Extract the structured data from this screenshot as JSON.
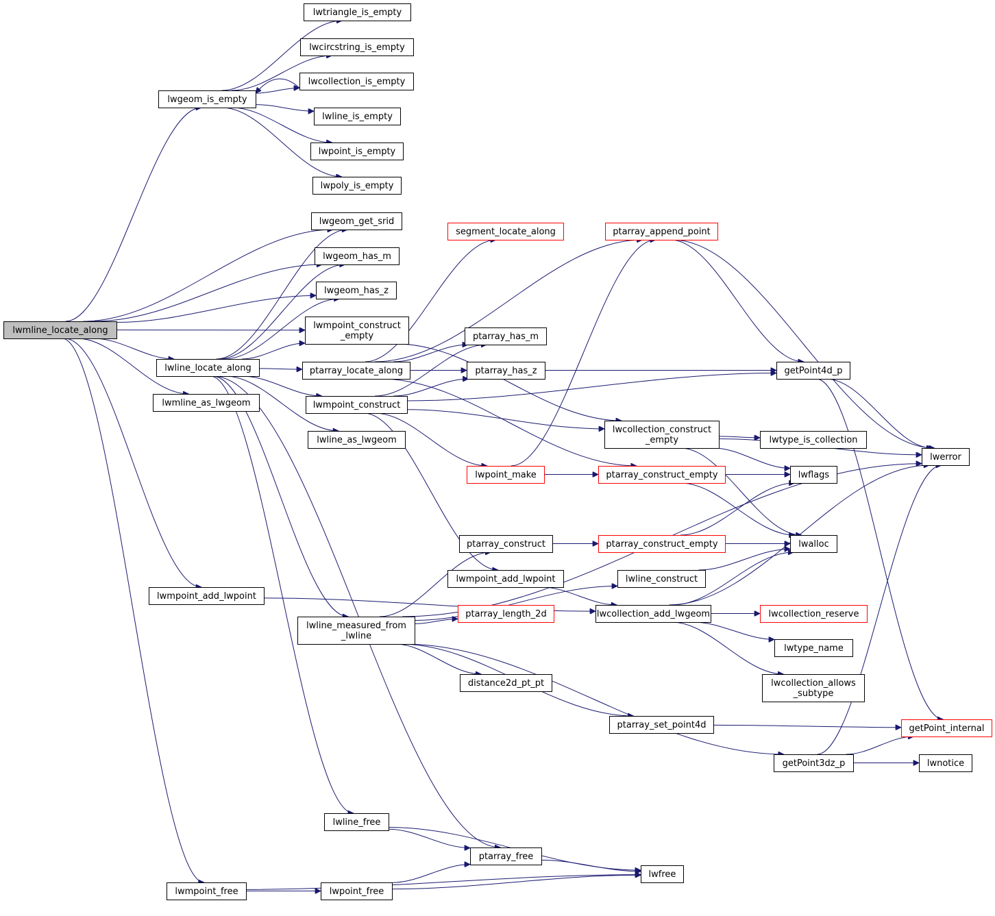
{
  "diagram": {
    "title": "Call graph for lwmline_locate_along",
    "colors": {
      "edge": "#191970",
      "node_border": "#000000",
      "node_border_truncated": "#ff0000",
      "root_fill": "#bfbfbf",
      "node_fill": "#ffffff"
    },
    "nodes": [
      {
        "id": "lwmline_locate_along",
        "lines": [
          "lwmline_locate_along"
        ],
        "root": true
      },
      {
        "id": "lwgeom_is_empty",
        "lines": [
          "lwgeom_is_empty"
        ]
      },
      {
        "id": "lwtriangle_is_empty",
        "lines": [
          "lwtriangle_is_empty"
        ]
      },
      {
        "id": "lwcircstring_is_empty",
        "lines": [
          "lwcircstring_is_empty"
        ]
      },
      {
        "id": "lwcollection_is_empty",
        "lines": [
          "lwcollection_is_empty"
        ]
      },
      {
        "id": "lwline_is_empty",
        "lines": [
          "lwline_is_empty"
        ]
      },
      {
        "id": "lwpoint_is_empty",
        "lines": [
          "lwpoint_is_empty"
        ]
      },
      {
        "id": "lwpoly_is_empty",
        "lines": [
          "lwpoly_is_empty"
        ]
      },
      {
        "id": "lwgeom_get_srid",
        "lines": [
          "lwgeom_get_srid"
        ]
      },
      {
        "id": "lwgeom_has_m",
        "lines": [
          "lwgeom_has_m"
        ]
      },
      {
        "id": "lwgeom_has_z",
        "lines": [
          "lwgeom_has_z"
        ]
      },
      {
        "id": "lwmpoint_construct_empty",
        "lines": [
          "lwmpoint_construct",
          "_empty"
        ]
      },
      {
        "id": "lwline_locate_along",
        "lines": [
          "lwline_locate_along"
        ]
      },
      {
        "id": "ptarray_locate_along",
        "lines": [
          "ptarray_locate_along"
        ]
      },
      {
        "id": "lwmpoint_construct",
        "lines": [
          "lwmpoint_construct"
        ]
      },
      {
        "id": "lwmline_as_lwgeom",
        "lines": [
          "lwmline_as_lwgeom"
        ]
      },
      {
        "id": "lwline_as_lwgeom",
        "lines": [
          "lwline_as_lwgeom"
        ]
      },
      {
        "id": "segment_locate_along",
        "lines": [
          "segment_locate_along"
        ],
        "truncated": true
      },
      {
        "id": "ptarray_append_point",
        "lines": [
          "ptarray_append_point"
        ],
        "truncated": true
      },
      {
        "id": "ptarray_has_m",
        "lines": [
          "ptarray_has_m"
        ]
      },
      {
        "id": "ptarray_has_z",
        "lines": [
          "ptarray_has_z"
        ]
      },
      {
        "id": "getPoint4d_p",
        "lines": [
          "getPoint4d_p"
        ]
      },
      {
        "id": "lwcollection_construct_empty",
        "lines": [
          "lwcollection_construct",
          "_empty"
        ]
      },
      {
        "id": "lwtype_is_collection",
        "lines": [
          "lwtype_is_collection"
        ]
      },
      {
        "id": "lwerror",
        "lines": [
          "lwerror"
        ]
      },
      {
        "id": "lwpoint_make",
        "lines": [
          "lwpoint_make"
        ],
        "truncated": true
      },
      {
        "id": "ptarray_construct_empty_1",
        "lines": [
          "ptarray_construct_empty"
        ],
        "truncated": true
      },
      {
        "id": "lwflags",
        "lines": [
          "lwflags"
        ]
      },
      {
        "id": "ptarray_construct",
        "lines": [
          "ptarray_construct"
        ]
      },
      {
        "id": "ptarray_construct_empty_2",
        "lines": [
          "ptarray_construct_empty"
        ],
        "truncated": true
      },
      {
        "id": "lwalloc",
        "lines": [
          "lwalloc"
        ]
      },
      {
        "id": "lwmpoint_add_lwpoint_r",
        "lines": [
          "lwmpoint_add_lwpoint"
        ]
      },
      {
        "id": "lwline_construct",
        "lines": [
          "lwline_construct"
        ]
      },
      {
        "id": "lwmpoint_add_lwpoint_l",
        "lines": [
          "lwmpoint_add_lwpoint"
        ]
      },
      {
        "id": "lwline_measured_from_lwline",
        "lines": [
          "lwline_measured_from",
          "_lwline"
        ]
      },
      {
        "id": "ptarray_length_2d",
        "lines": [
          "ptarray_length_2d"
        ],
        "truncated": true
      },
      {
        "id": "lwcollection_add_lwgeom",
        "lines": [
          "lwcollection_add_lwgeom"
        ]
      },
      {
        "id": "lwcollection_reserve",
        "lines": [
          "lwcollection_reserve"
        ],
        "truncated": true
      },
      {
        "id": "lwtype_name",
        "lines": [
          "lwtype_name"
        ]
      },
      {
        "id": "distance2d_pt_pt",
        "lines": [
          "distance2d_pt_pt"
        ]
      },
      {
        "id": "lwcollection_allows_subtype",
        "lines": [
          "lwcollection_allows",
          "_subtype"
        ]
      },
      {
        "id": "ptarray_set_point4d",
        "lines": [
          "ptarray_set_point4d"
        ]
      },
      {
        "id": "getPoint_internal",
        "lines": [
          "getPoint_internal"
        ],
        "truncated": true
      },
      {
        "id": "getPoint3dz_p",
        "lines": [
          "getPoint3dz_p"
        ]
      },
      {
        "id": "lwnotice",
        "lines": [
          "lwnotice"
        ]
      },
      {
        "id": "lwline_free",
        "lines": [
          "lwline_free"
        ]
      },
      {
        "id": "ptarray_free",
        "lines": [
          "ptarray_free"
        ]
      },
      {
        "id": "lwfree",
        "lines": [
          "lwfree"
        ]
      },
      {
        "id": "lwmpoint_free",
        "lines": [
          "lwmpoint_free"
        ]
      },
      {
        "id": "lwpoint_free",
        "lines": [
          "lwpoint_free"
        ]
      }
    ],
    "edges": [
      [
        "lwmline_locate_along",
        "lwgeom_is_empty"
      ],
      [
        "lwmline_locate_along",
        "lwgeom_get_srid"
      ],
      [
        "lwmline_locate_along",
        "lwgeom_has_m"
      ],
      [
        "lwmline_locate_along",
        "lwgeom_has_z"
      ],
      [
        "lwmline_locate_along",
        "lwmpoint_construct_empty"
      ],
      [
        "lwmline_locate_along",
        "lwline_locate_along"
      ],
      [
        "lwmline_locate_along",
        "lwmline_as_lwgeom"
      ],
      [
        "lwmline_locate_along",
        "lwmpoint_add_lwpoint_l"
      ],
      [
        "lwmline_locate_along",
        "lwmpoint_free"
      ],
      [
        "lwgeom_is_empty",
        "lwtriangle_is_empty"
      ],
      [
        "lwgeom_is_empty",
        "lwcircstring_is_empty"
      ],
      [
        "lwgeom_is_empty",
        "lwcollection_is_empty"
      ],
      [
        "lwcollection_is_empty",
        "lwgeom_is_empty"
      ],
      [
        "lwgeom_is_empty",
        "lwline_is_empty"
      ],
      [
        "lwgeom_is_empty",
        "lwpoint_is_empty"
      ],
      [
        "lwgeom_is_empty",
        "lwpoly_is_empty"
      ],
      [
        "lwline_locate_along",
        "lwgeom_get_srid"
      ],
      [
        "lwline_locate_along",
        "lwgeom_has_m"
      ],
      [
        "lwline_locate_along",
        "lwgeom_has_z"
      ],
      [
        "lwline_locate_along",
        "lwmpoint_construct_empty"
      ],
      [
        "lwline_locate_along",
        "ptarray_locate_along"
      ],
      [
        "lwline_locate_along",
        "lwmpoint_construct"
      ],
      [
        "lwline_locate_along",
        "lwline_as_lwgeom"
      ],
      [
        "lwline_locate_along",
        "lwline_measured_from_lwline"
      ],
      [
        "lwline_locate_along",
        "lwline_free"
      ],
      [
        "lwline_locate_along",
        "ptarray_free"
      ],
      [
        "lwmpoint_construct_empty",
        "lwcollection_construct_empty"
      ],
      [
        "ptarray_locate_along",
        "segment_locate_along"
      ],
      [
        "ptarray_locate_along",
        "ptarray_append_point"
      ],
      [
        "ptarray_locate_along",
        "ptarray_has_m"
      ],
      [
        "ptarray_locate_along",
        "ptarray_has_z"
      ],
      [
        "ptarray_locate_along",
        "getPoint4d_p"
      ],
      [
        "ptarray_locate_along",
        "ptarray_construct_empty_1"
      ],
      [
        "lwmpoint_construct",
        "ptarray_has_m"
      ],
      [
        "lwmpoint_construct",
        "ptarray_has_z"
      ],
      [
        "lwmpoint_construct",
        "getPoint4d_p"
      ],
      [
        "lwmpoint_construct",
        "lwcollection_construct_empty"
      ],
      [
        "lwmpoint_construct",
        "lwpoint_make"
      ],
      [
        "lwmpoint_construct",
        "lwmpoint_add_lwpoint_r"
      ],
      [
        "ptarray_append_point",
        "getPoint4d_p"
      ],
      [
        "ptarray_append_point",
        "lwerror"
      ],
      [
        "getPoint4d_p",
        "lwerror"
      ],
      [
        "getPoint4d_p",
        "getPoint_internal"
      ],
      [
        "lwcollection_construct_empty",
        "lwtype_is_collection"
      ],
      [
        "lwcollection_construct_empty",
        "lwerror"
      ],
      [
        "lwcollection_construct_empty",
        "lwflags"
      ],
      [
        "lwcollection_construct_empty",
        "lwalloc"
      ],
      [
        "lwpoint_make",
        "ptarray_append_point"
      ],
      [
        "lwpoint_make",
        "ptarray_construct_empty_1"
      ],
      [
        "ptarray_construct_empty_1",
        "lwflags"
      ],
      [
        "ptarray_construct_empty_1",
        "lwalloc"
      ],
      [
        "ptarray_construct",
        "ptarray_construct_empty_2"
      ],
      [
        "ptarray_construct_empty_2",
        "lwflags"
      ],
      [
        "ptarray_construct_empty_2",
        "lwalloc"
      ],
      [
        "lwmpoint_add_lwpoint_r",
        "lwcollection_add_lwgeom"
      ],
      [
        "lwline_construct",
        "lwalloc"
      ],
      [
        "lwmpoint_add_lwpoint_l",
        "lwcollection_add_lwgeom"
      ],
      [
        "lwline_measured_from_lwline",
        "lwerror"
      ],
      [
        "lwline_measured_from_lwline",
        "ptarray_construct"
      ],
      [
        "lwline_measured_from_lwline",
        "ptarray_length_2d"
      ],
      [
        "lwline_measured_from_lwline",
        "lwline_construct"
      ],
      [
        "lwline_measured_from_lwline",
        "distance2d_pt_pt"
      ],
      [
        "lwline_measured_from_lwline",
        "ptarray_set_point4d"
      ],
      [
        "lwline_measured_from_lwline",
        "getPoint3dz_p"
      ],
      [
        "lwcollection_add_lwgeom",
        "lwalloc"
      ],
      [
        "lwcollection_add_lwgeom",
        "lwerror"
      ],
      [
        "lwcollection_add_lwgeom",
        "lwcollection_reserve"
      ],
      [
        "lwcollection_add_lwgeom",
        "lwtype_name"
      ],
      [
        "lwcollection_add_lwgeom",
        "lwcollection_allows_subtype"
      ],
      [
        "ptarray_set_point4d",
        "getPoint_internal"
      ],
      [
        "getPoint3dz_p",
        "lwerror"
      ],
      [
        "getPoint3dz_p",
        "getPoint_internal"
      ],
      [
        "getPoint3dz_p",
        "lwnotice"
      ],
      [
        "lwline_free",
        "ptarray_free"
      ],
      [
        "lwline_free",
        "lwfree"
      ],
      [
        "ptarray_free",
        "lwfree"
      ],
      [
        "lwmpoint_free",
        "lwpoint_free"
      ],
      [
        "lwmpoint_free",
        "lwfree"
      ],
      [
        "lwpoint_free",
        "ptarray_free"
      ],
      [
        "lwpoint_free",
        "lwfree"
      ]
    ]
  }
}
